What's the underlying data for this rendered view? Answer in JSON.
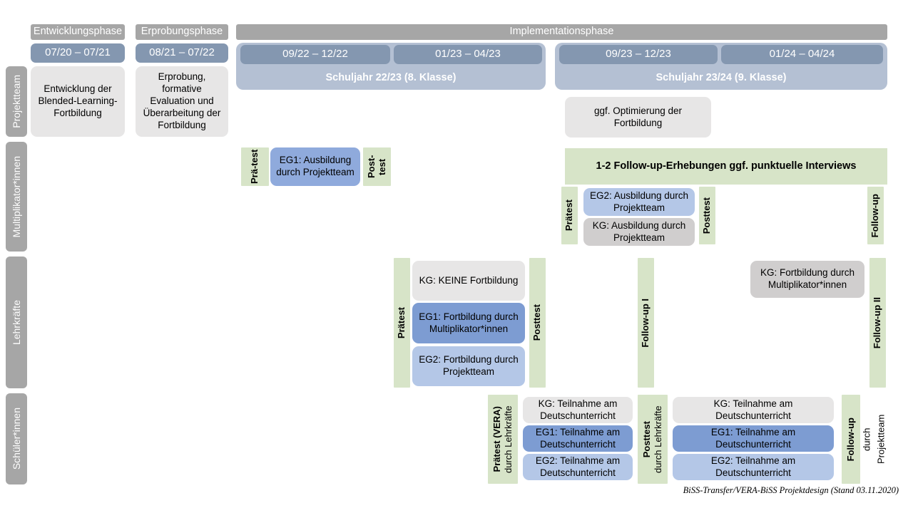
{
  "phases": [
    {
      "name": "Entwicklungsphase",
      "dates": "07/20 – 07/21"
    },
    {
      "name": "Erprobungsphase",
      "dates": "08/21 – 07/22"
    },
    {
      "name": "Implementationsphase"
    }
  ],
  "implementation": {
    "header": "Implementationsphase",
    "school_years": [
      {
        "label": "Schuljahr 22/23 (8. Klasse)",
        "periods": [
          "09/22 – 12/22",
          "01/23 – 04/23"
        ]
      },
      {
        "label": "Schuljahr 23/24 (9. Klasse)",
        "periods": [
          "09/23 – 12/23",
          "01/24 – 04/24"
        ]
      }
    ]
  },
  "rows": {
    "projektteam": {
      "label": "Projektteam",
      "entwicklung_box": "Entwicklung der Blended-Learning-Fortbildung",
      "erprobung_box": "Erprobung, formative Evaluation und Überarbeitung der Fortbildung",
      "optimierung_box": "ggf. Optimierung der Fortbildung"
    },
    "multiplikatoren": {
      "label": "Multiplikator*innen",
      "praetest_1": "Prä-test",
      "posttest_1": "Post-test",
      "eg1_box": "EG1: Ausbildung durch Projektteam",
      "followup_band": "1-2 Follow-up-Erhebungen ggf. punktuelle Interviews",
      "praetest_2": "Prätest",
      "posttest_2": "Posttest",
      "eg2_box": "EG2: Ausbildung durch Projektteam",
      "kg_box": "KG: Ausbildung durch Projektteam",
      "followup_label": "Follow-up"
    },
    "lehrkraefte": {
      "label": "Lehrkräfte",
      "praetest": "Prätest",
      "posttest": "Posttest",
      "kg_box": "KG:  KEINE Fortbildung",
      "eg1_box": "EG1: Fortbildung durch Multiplikator*innen",
      "eg2_box": "EG2: Fortbildung durch Projektteam",
      "followup_1": "Follow-up I",
      "kg_box_2": "KG: Fortbildung durch Multiplikator*innen",
      "followup_2": "Follow-up II"
    },
    "schueler": {
      "label": "Schüler*innen",
      "praetest": "Prätest (VERA)",
      "praetest_sub": "durch Lehrkräfte",
      "posttest": "Posttest",
      "posttest_sub": "durch Lehrkräfte",
      "followup": "Follow-up",
      "followup_sub1": "durch",
      "followup_sub2": "Projektteam",
      "boxes_left": [
        "KG: Teilnahme am Deutschunterricht",
        "EG1: Teilnahme am Deutschunterricht",
        "EG2: Teilnahme am Deutschunterricht"
      ],
      "boxes_right": [
        "KG: Teilnahme am Deutschunterricht",
        "EG1: Teilnahme am Deutschunterricht",
        "EG2: Teilnahme am Deutschunterricht"
      ]
    }
  },
  "footer": "BiSS-Transfer/VERA-BiSS Projektdesign (Stand 03.11.2020)",
  "colors": {
    "phase_header_grey": "#a6a6a6",
    "date_bar_blue": "#8497b0",
    "schoolyear_blue": "#b4c0d3",
    "green_test": "#d7e4c8",
    "box_grey": "#e7e6e6",
    "box_grey_dark": "#d0cece",
    "eg1_blue": "#7d9cd2",
    "eg2_blue": "#b4c7e7"
  }
}
